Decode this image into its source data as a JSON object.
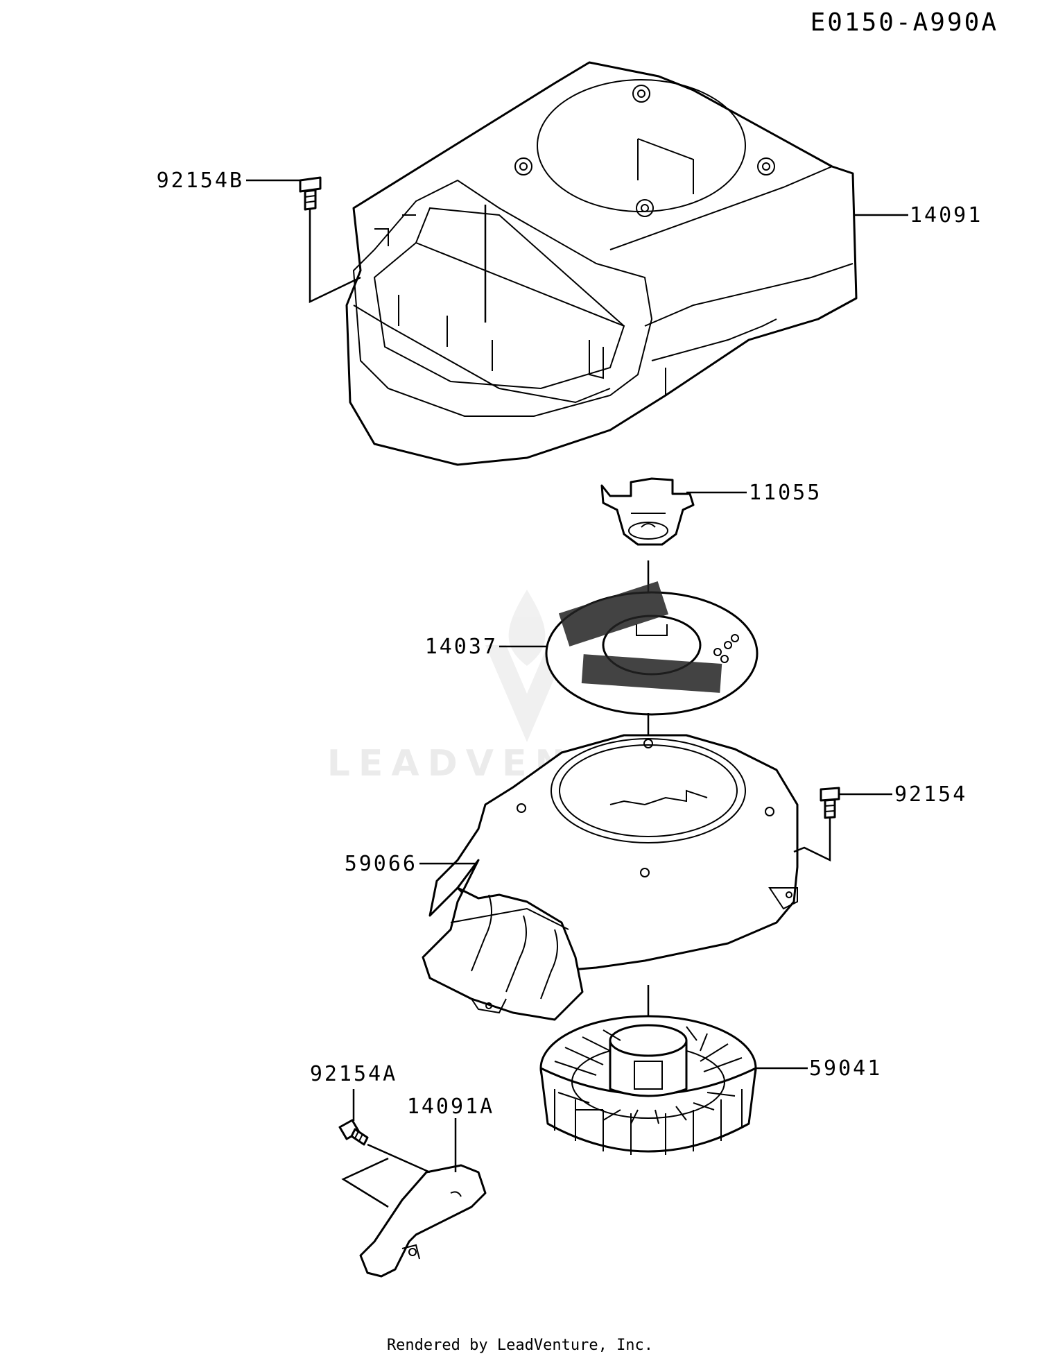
{
  "diagram": {
    "code": "E0150-A990A",
    "watermark": "LEADVENTURE",
    "footer": "Rendered by LeadVenture, Inc.",
    "parts": {
      "p92154B": "92154B",
      "p14091": "14091",
      "p11055": "11055",
      "p14037": "14037",
      "p92154": "92154",
      "p59066": "59066",
      "p59041": "59041",
      "p92154A": "92154A",
      "p14091A": "14091A"
    }
  }
}
